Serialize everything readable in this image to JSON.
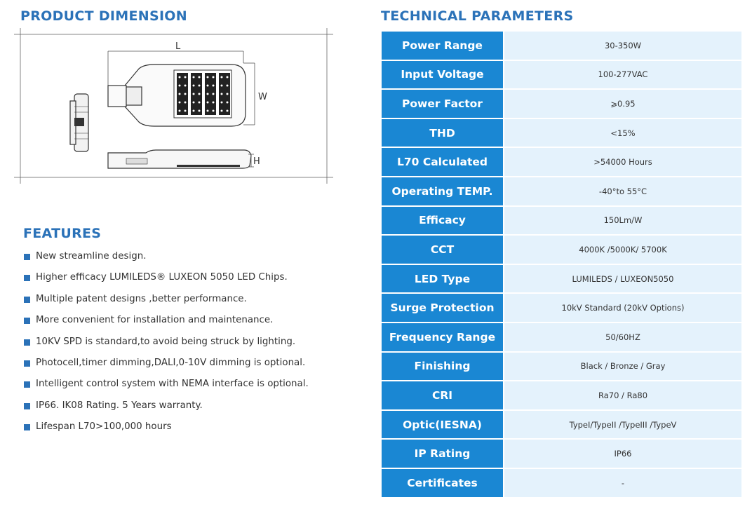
{
  "dimension": {
    "heading": "PRODUCT DIMENSION",
    "labels": {
      "length": "L",
      "width": "W",
      "height": "H"
    }
  },
  "features": {
    "heading": "FEATURES",
    "items": [
      "New streamline design.",
      "Higher efficacy LUMILEDS® LUXEON 5050 LED Chips.",
      "Multiple patent designs ,better performance.",
      "More convenient for installation and maintenance.",
      "10KV SPD is standard,to avoid being struck by lighting.",
      "Photocell,timer dimming,DALI,0-10V dimming is optional.",
      "Intelligent control system with NEMA interface is optional.",
      "IP66. IK08 Rating. 5 Years warranty.",
      "Lifespan L70>100,000 hours"
    ]
  },
  "technical": {
    "heading": "TECHNICAL PARAMETERS",
    "rows": [
      {
        "label": "Power Range",
        "value": "30-350W"
      },
      {
        "label": "Input Voltage",
        "value": "100-277VAC"
      },
      {
        "label": "Power Factor",
        "value": "⩾0.95"
      },
      {
        "label": "THD",
        "value": "<15%"
      },
      {
        "label": "L70 Calculated",
        "value": ">54000 Hours"
      },
      {
        "label": "Operating TEMP.",
        "value": "-40°to 55°C"
      },
      {
        "label": "Efficacy",
        "value": "150Lm/W"
      },
      {
        "label": "CCT",
        "value": "4000K /5000K/ 5700K"
      },
      {
        "label": "LED Type",
        "value": "LUMILEDS / LUXEON5050"
      },
      {
        "label": "Surge Protection",
        "value": "10kV Standard (20kV Options)"
      },
      {
        "label": "Frequency Range",
        "value": "50/60HZ"
      },
      {
        "label": "Finishing",
        "value": "Black / Bronze / Gray"
      },
      {
        "label": "CRI",
        "value": "Ra70 /  Ra80"
      },
      {
        "label": "Optic(IESNA)",
        "value": "TypeI/TypeII /TypeIII /TypeV"
      },
      {
        "label": "IP Rating",
        "value": "IP66"
      },
      {
        "label": "Certificates",
        "value": "-"
      }
    ]
  },
  "colors": {
    "heading": "#2b72b8",
    "label_cell": "#1a87d3",
    "value_cell": "#e4f2fc",
    "bullet": "#2b72b8"
  }
}
